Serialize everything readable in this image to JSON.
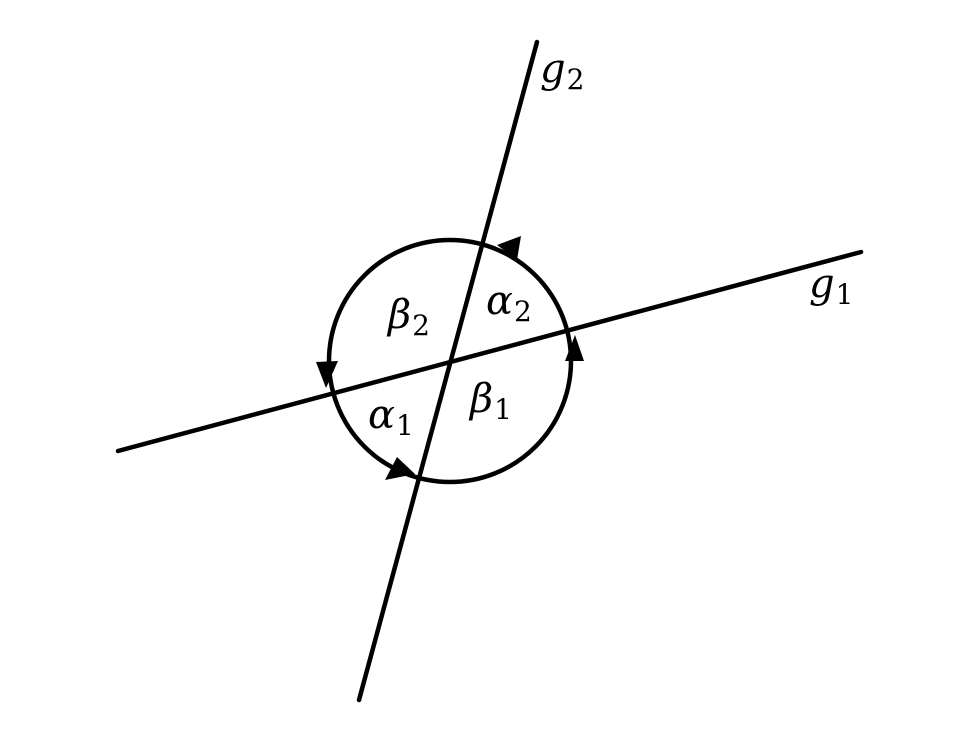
{
  "lines": {
    "g1": {
      "base": "g",
      "sub": "1"
    },
    "g2": {
      "base": "g",
      "sub": "2"
    }
  },
  "angles": {
    "alpha1": {
      "base": "α",
      "sub": "1"
    },
    "alpha2": {
      "base": "α",
      "sub": "2"
    },
    "beta1": {
      "base": "β",
      "sub": "1"
    },
    "beta2": {
      "base": "β",
      "sub": "2"
    }
  },
  "colors": {
    "stroke": "#000000",
    "background": "#ffffff"
  }
}
